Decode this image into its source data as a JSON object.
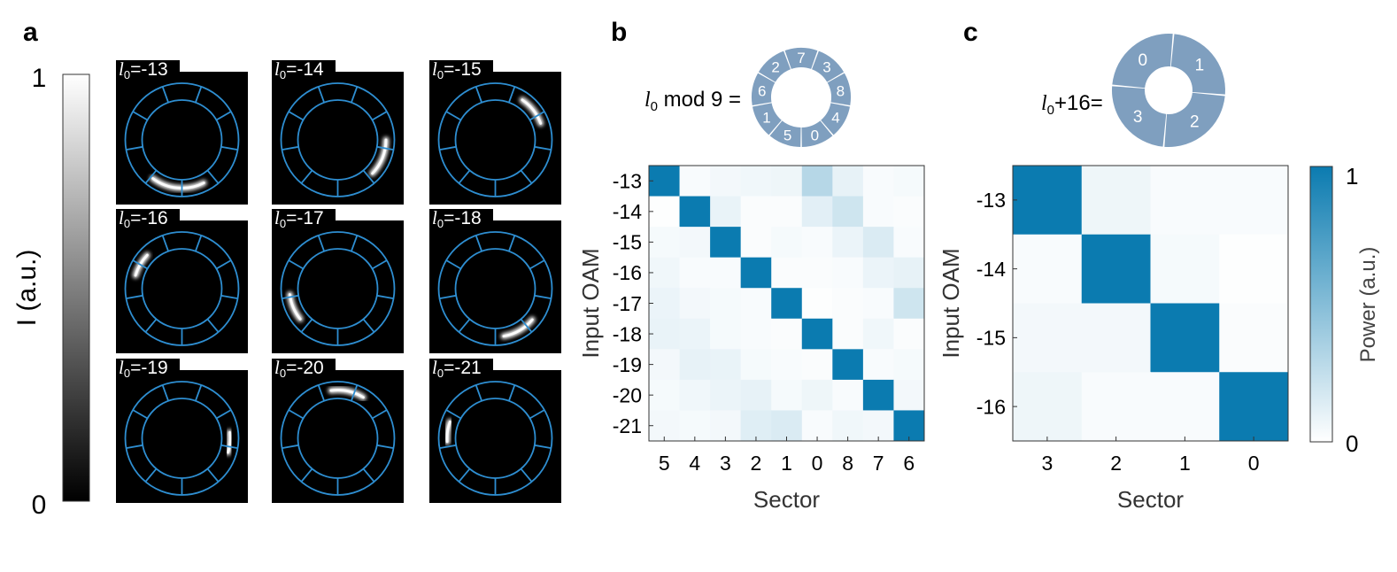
{
  "panels": {
    "a": {
      "label": "a"
    },
    "b": {
      "label": "b"
    },
    "c": {
      "label": "c"
    }
  },
  "colorbar_a": {
    "label": "I (a.u.)",
    "max_label": "1",
    "min_label": "0",
    "colors": [
      "#000000",
      "#ffffff"
    ]
  },
  "colorbar_power": {
    "label": "Power (a.u.)",
    "max_label": "1",
    "min_label": "0",
    "colors": [
      "#ffffff",
      "#0b7bb0"
    ]
  },
  "colors": {
    "ring_outline": "#2e8ed1",
    "ring_fill": "#7f9fbf",
    "heatmap_high": "#0b7bb0",
    "heatmap_low": "#ffffff"
  },
  "ring_images": [
    {
      "l0": "-13",
      "spot_angle": 95,
      "spot_spread": 32
    },
    {
      "l0": "-14",
      "spot_angle": 22,
      "spot_spread": 22
    },
    {
      "l0": "-15",
      "spot_angle": -38,
      "spot_spread": 18
    },
    {
      "l0": "-16",
      "spot_angle": -150,
      "spot_spread": 14
    },
    {
      "l0": "-17",
      "spot_angle": 157,
      "spot_spread": 16
    },
    {
      "l0": "-18",
      "spot_angle": 60,
      "spot_spread": 20
    },
    {
      "l0": "-19",
      "spot_angle": 5,
      "spot_spread": 12
    },
    {
      "l0": "-20",
      "spot_angle": -78,
      "spot_spread": 20
    },
    {
      "l0": "-21",
      "spot_angle": -172,
      "spot_spread": 12
    }
  ],
  "legend_b": {
    "formula_prefix": "l",
    "formula_sub": "0",
    "formula_rest": " mod 9 =",
    "sectors_clockwise_from_top": [
      "7",
      "3",
      "8",
      "4",
      "0",
      "5",
      "1",
      "6",
      "2"
    ]
  },
  "legend_c": {
    "formula_prefix": "l",
    "formula_sub": "0",
    "formula_rest": "+16=",
    "sectors_clockwise_from_top": [
      "1",
      "2",
      "3",
      "0"
    ]
  },
  "chart_data": [
    {
      "type": "heatmap",
      "panel": "b",
      "xlabel": "Sector",
      "ylabel": "Input OAM",
      "x_categories": [
        "5",
        "4",
        "3",
        "2",
        "1",
        "0",
        "8",
        "7",
        "6"
      ],
      "y_categories": [
        "-13",
        "-14",
        "-15",
        "-16",
        "-17",
        "-18",
        "-19",
        "-20",
        "-21"
      ],
      "values": [
        [
          1.0,
          0.03,
          0.05,
          0.06,
          0.07,
          0.3,
          0.1,
          0.03,
          0.04
        ],
        [
          0.01,
          1.0,
          0.09,
          0.02,
          0.02,
          0.12,
          0.2,
          0.03,
          0.02
        ],
        [
          0.04,
          0.05,
          1.0,
          0.02,
          0.04,
          0.03,
          0.08,
          0.15,
          0.03
        ],
        [
          0.06,
          0.03,
          0.03,
          1.0,
          0.02,
          0.02,
          0.03,
          0.08,
          0.1
        ],
        [
          0.08,
          0.05,
          0.04,
          0.03,
          1.0,
          0.01,
          0.02,
          0.03,
          0.2
        ],
        [
          0.09,
          0.08,
          0.04,
          0.03,
          0.02,
          1.0,
          0.02,
          0.06,
          0.02
        ],
        [
          0.05,
          0.1,
          0.09,
          0.04,
          0.03,
          0.02,
          1.0,
          0.03,
          0.04
        ],
        [
          0.04,
          0.06,
          0.08,
          0.1,
          0.04,
          0.07,
          0.03,
          1.0,
          0.05
        ],
        [
          0.05,
          0.04,
          0.05,
          0.13,
          0.15,
          0.03,
          0.06,
          0.05,
          1.0
        ]
      ],
      "zlim": [
        0,
        1
      ]
    },
    {
      "type": "heatmap",
      "panel": "c",
      "xlabel": "Sector",
      "ylabel": "Input OAM",
      "x_categories": [
        "3",
        "2",
        "1",
        "0"
      ],
      "y_categories": [
        "-13",
        "-14",
        "-15",
        "-16"
      ],
      "values": [
        [
          1.0,
          0.07,
          0.03,
          0.03
        ],
        [
          0.03,
          1.0,
          0.04,
          0.01
        ],
        [
          0.05,
          0.05,
          1.0,
          0.02
        ],
        [
          0.07,
          0.03,
          0.03,
          1.0
        ]
      ],
      "zlim": [
        0,
        1
      ]
    }
  ]
}
